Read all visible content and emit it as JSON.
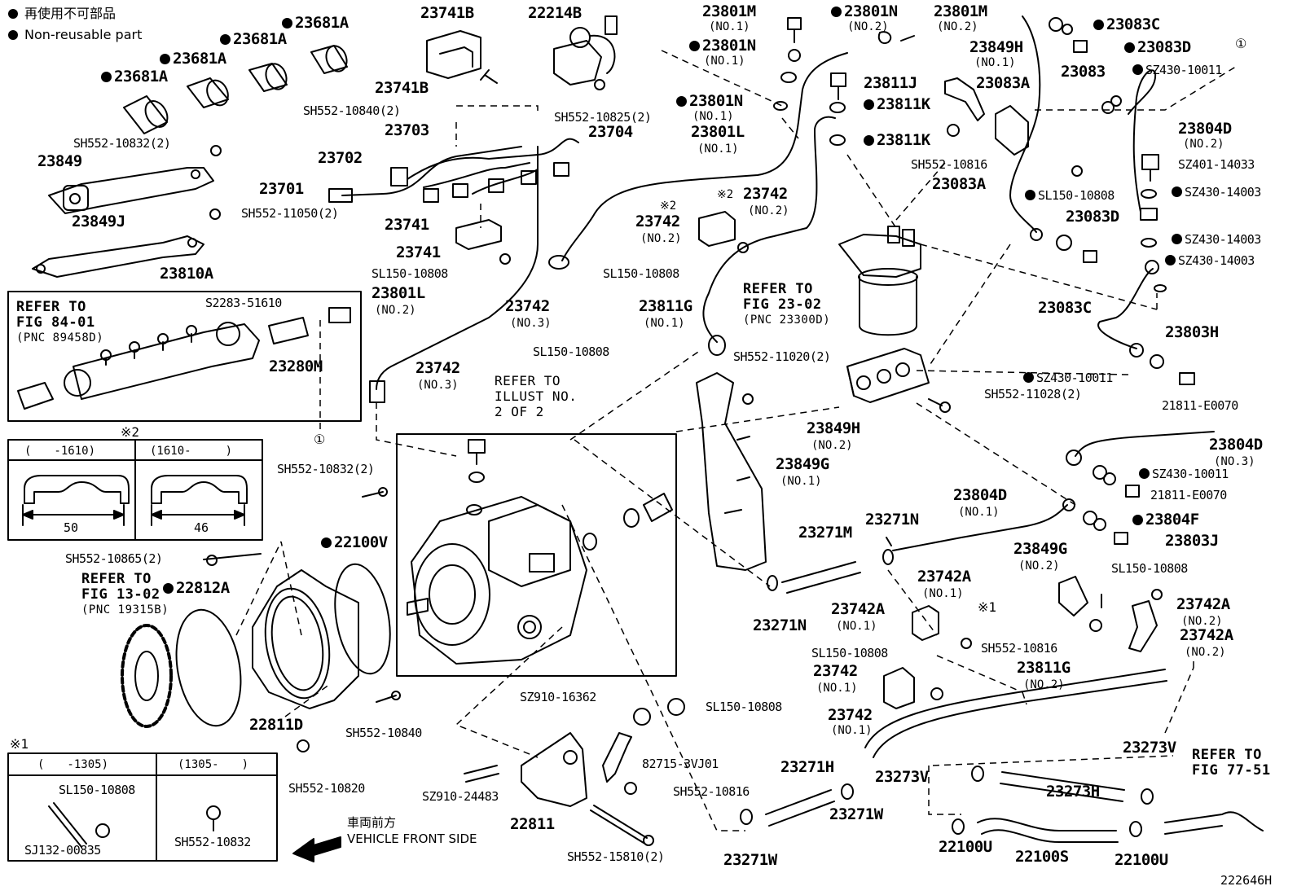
{
  "legend": {
    "jp": "再使用不可部品",
    "en": "Non-reusable part"
  },
  "figure_code": "222646H",
  "vehicle_front": {
    "jp": "車両前方",
    "en": "VEHICLE FRONT SIDE"
  },
  "refers": {
    "fig84": [
      "REFER TO",
      "FIG 84-01",
      "(PNC 89458D)"
    ],
    "fig23": [
      "REFER TO",
      "FIG 23-02",
      "(PNC 23300D)"
    ],
    "fig13": [
      "REFER TO",
      "FIG 13-02",
      "(PNC 19315B)"
    ],
    "illust": [
      "REFER TO",
      "ILLUST NO.",
      "2 OF 2"
    ],
    "fig77": [
      "REFER TO",
      "FIG 77-51"
    ]
  },
  "box2": {
    "mark": "※2",
    "col1": "(　　-1610)",
    "col2": "(1610-　　　)",
    "dim1": "50",
    "dim2": "46"
  },
  "box1": {
    "mark": "※1",
    "col1": "(　　-1305)",
    "col2": "(1305-　　)",
    "part_a": "SL150-10808",
    "part_b": "SJ132-00835",
    "part_c": "SH552-10832"
  },
  "circle1": "①",
  "labels": {
    "p23681A_1": "23681A",
    "p23681A_2": "23681A",
    "p23681A_3": "23681A",
    "p23681A_4": "23681A",
    "p23741B_a": "23741B",
    "p23741B_b": "23741B",
    "p22214B": "22214B",
    "p23801M_1": "23801M",
    "p23801M_1s": "(NO.1)",
    "p23801N_2": "23801N",
    "p23801N_2s": "(NO.2)",
    "p23801M_2": "23801M",
    "p23801M_2s": "(NO.2)",
    "p23801N_1": "23801N",
    "p23801N_1s": "(NO.1)",
    "p23083C_a": "23083C",
    "p23083D_a": "23083D",
    "p23083": "23083",
    "pSZ430_10011_a": "SZ430-10011",
    "p23849H_1": "23849H",
    "p23849H_1s": "(NO.1)",
    "p23811J": "23811J",
    "p23083A_a": "23083A",
    "p23083A_b": "23083A",
    "p23811K_a": "23811K",
    "p23811K_b": "23811K",
    "p23801N_3": "23801N",
    "p23801N_3s": "(NO.1)",
    "p23801L_1": "23801L",
    "p23801L_1s": "(NO.1)",
    "pSH552_10816_a": "SH552-10816",
    "p23804D_2": "23804D",
    "p23804D_2s": "(NO.2)",
    "pSZ401_14033": "SZ401-14033",
    "pSZ430_14003_a": "SZ430-14003",
    "pSL150_10808_a": "SL150-10808",
    "p23083D_b": "23083D",
    "pSZ430_14003_b": "SZ430-14003",
    "pSZ430_14003_c": "SZ430-14003",
    "p23083C_b": "23083C",
    "pSH552_10832_2a": "SH552-10832(2)",
    "p23849": "23849",
    "pSH552_10840_2": "SH552-10840(2)",
    "p23703": "23703",
    "p23704": "23704",
    "pSH552_10825_2": "SH552-10825(2)",
    "p23702": "23702",
    "p23701": "23701",
    "pSH552_11050_2": "SH552-11050(2)",
    "p23849J": "23849J",
    "p23741_a": "23741",
    "p23741_b": "23741",
    "p23742_2a": "23742",
    "p23742_2as": "(NO.2)",
    "p23742_2b": "23742",
    "p23742_2bs": "(NO.2)",
    "pSL150_10808_b": "SL150-10808",
    "pSL150_10808_c": "SL150-10808",
    "p23810A": "23810A",
    "pS2283_51610": "S2283-51610",
    "p23280M": "23280M",
    "p23801L_2": "23801L",
    "p23801L_2s": "(NO.2)",
    "p23742_3a": "23742",
    "p23742_3as": "(NO.3)",
    "p23742_3b": "23742",
    "p23742_3bs": "(NO.3)",
    "pSL150_10808_d": "SL150-10808",
    "p23811G_1": "23811G",
    "p23811G_1s": "(NO.1)",
    "pSH552_11020_2": "SH552-11020(2)",
    "p23803H": "23803H",
    "pSZ430_10011_b": "SZ430-10011",
    "pSH552_11028_2": "SH552-11028(2)",
    "p21811_E0070_a": "21811-E0070",
    "p23849H_2": "23849H",
    "p23849H_2s": "(NO.2)",
    "p23804D_3": "23804D",
    "p23804D_3s": "(NO.3)",
    "p23849G_1": "23849G",
    "p23849G_1s": "(NO.1)",
    "pSZ430_10011_c": "SZ430-10011",
    "p21811_E0070_b": "21811-E0070",
    "pSH552_10832_2b": "SH552-10832(2)",
    "p23804D_1": "23804D",
    "p23804D_1s": "(NO.1)",
    "p23271M": "23271M",
    "p23271N_a": "23271N",
    "p23271N_b": "23271N",
    "p23804F": "23804F",
    "p23803J": "23803J",
    "pSH552_10865_2": "SH552-10865(2)",
    "p22100V": "22100V",
    "p22812A": "22812A",
    "p23849G_2": "23849G",
    "p23849G_2s": "(NO.2)",
    "pSL150_10808_e": "SL150-10808",
    "p23742A_1a": "23742A",
    "p23742A_1as": "(NO.1)",
    "p23742A_1b": "23742A",
    "p23742A_1bs": "(NO.1)",
    "p23742A_2a": "23742A",
    "p23742A_2as": "(NO.2)",
    "p23742A_2b": "23742A",
    "p23742A_2bs": "(NO.2)",
    "mark1": "※1",
    "pSH552_10816_b": "SH552-10816",
    "pSL150_10808_f": "SL150-10808",
    "p23742_1a": "23742",
    "p23742_1as": "(NO.1)",
    "p23742_1b": "23742",
    "p23742_1bs": "(NO.1)",
    "p23811G_2": "23811G",
    "p23811G_2s": "(NO.2)",
    "pSZ910_16362": "SZ910-16362",
    "pSL150_10808_g": "SL150-10808",
    "p22811D": "22811D",
    "pSH552_10840": "SH552-10840",
    "pSH552_10820": "SH552-10820",
    "p82715_3VJ01": "82715-3VJ01",
    "pSZ910_24483": "SZ910-24483",
    "pSH552_10816_c": "SH552-10816",
    "p22811": "22811",
    "pSH552_15810_2": "SH552-15810(2)",
    "p23271H": "23271H",
    "p23271W_a": "23271W",
    "p23271W_b": "23271W",
    "p23273V_a": "23273V",
    "p23273V_b": "23273V",
    "p23273H": "23273H",
    "p22100U_a": "22100U",
    "p22100U_b": "22100U",
    "p22100S": "22100S",
    "mark2a": "※2",
    "mark2b": "※2"
  }
}
